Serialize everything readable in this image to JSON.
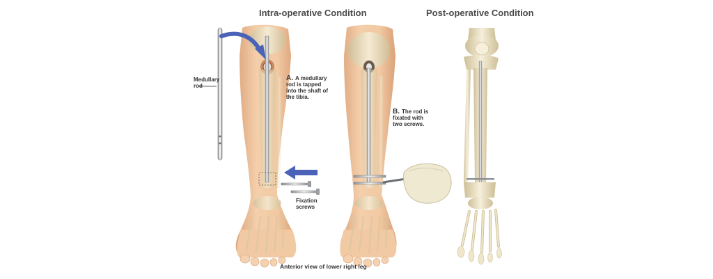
{
  "headings": {
    "intra": "Intra-operative Condition",
    "post": "Post-operative Condition"
  },
  "labels": {
    "rod": "Medullary rod",
    "step_a_letter": "A.",
    "step_a_text": "A medullary rod is tapped into the shaft of the tibia.",
    "step_b_letter": "B.",
    "step_b_text": "The rod is fixated with two screws.",
    "screws": "Fixation screws"
  },
  "caption": "Anterior view of lower right leg",
  "colors": {
    "skin": "#f1c9a3",
    "skin_shadow": "#dca57c",
    "bone": "#efe6cc",
    "bone_shadow": "#cdbf97",
    "metal": "#c9cccf",
    "arrow": "#4a63b8",
    "glove": "#efe9d2"
  }
}
